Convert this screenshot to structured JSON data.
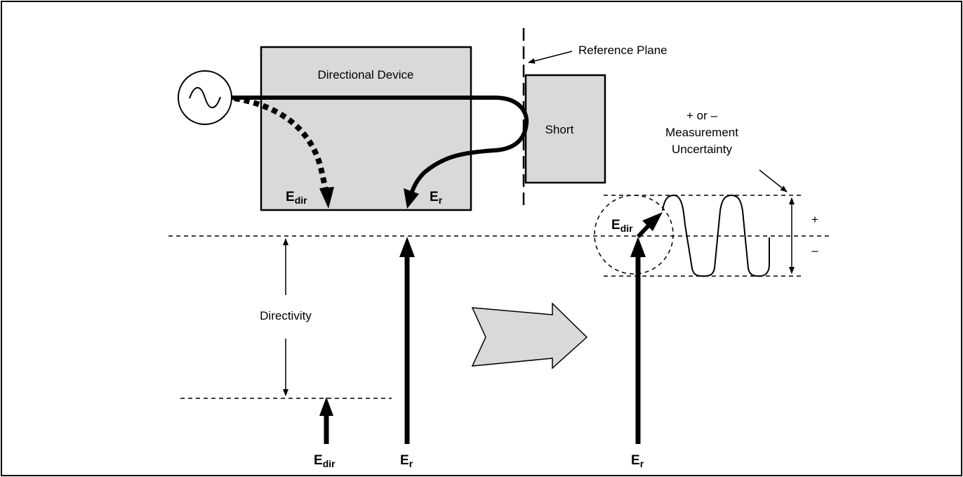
{
  "labels": {
    "directional_device": "Directional Device",
    "short": "Short",
    "reference_plane": "Reference Plane",
    "uncertainty_line1": "+ or –",
    "uncertainty_line2": "Measurement",
    "uncertainty_line3": "Uncertainty",
    "directivity": "Directivity",
    "plus": "+",
    "minus": "–",
    "e_main": "E",
    "sub_dir": "dir",
    "sub_r": "r"
  },
  "colors": {
    "box_fill": "#d9d9d9",
    "arrow_fill": "#d9d9d9",
    "stroke": "#000000"
  },
  "icons": {
    "source": "ac-source-icon",
    "transition": "right-arrow-icon"
  }
}
